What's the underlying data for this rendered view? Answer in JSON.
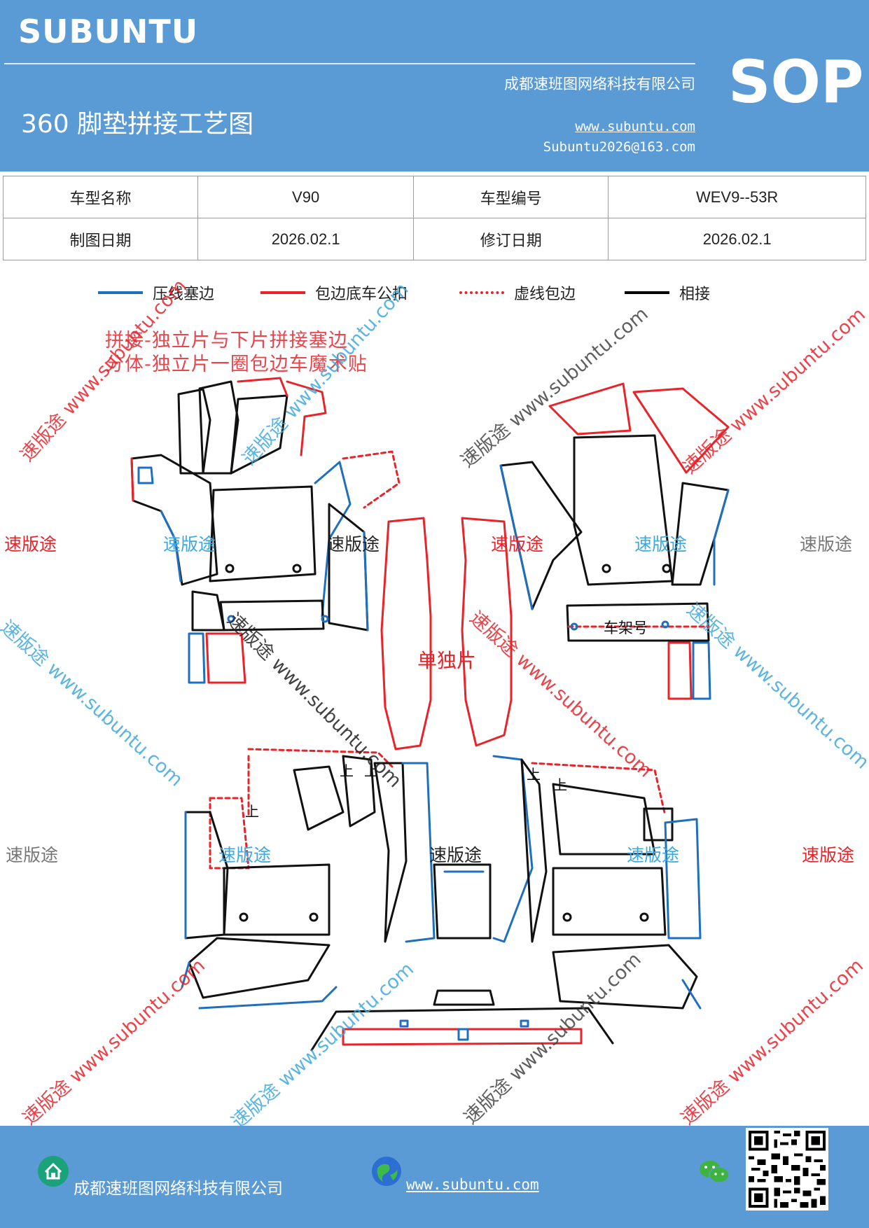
{
  "header": {
    "brand": "SUBUNTU",
    "company": "成都速班图网络科技有限公司",
    "sop_label": "SOP",
    "doc_title": "360 脚垫拼接工艺图",
    "website": "www.subuntu.com",
    "email": "Subuntu2026@163.com"
  },
  "info_table": {
    "rows": [
      [
        {
          "text": "车型名称",
          "kind": "label"
        },
        {
          "text": "V90",
          "kind": "value"
        },
        {
          "text": "车型编号",
          "kind": "label"
        },
        {
          "text": "WEV9--53R",
          "kind": "value"
        }
      ],
      [
        {
          "text": "制图日期",
          "kind": "label"
        },
        {
          "text": "2026.02.1",
          "kind": "value"
        },
        {
          "text": "修订日期",
          "kind": "label"
        },
        {
          "text": "2026.02.1",
          "kind": "value"
        }
      ]
    ]
  },
  "legend": [
    {
      "label": "压线塞边",
      "color": "#1f6fbf",
      "style": "solid"
    },
    {
      "label": "包边底车公扣",
      "color": "#e8232a",
      "style": "solid"
    },
    {
      "label": "虚线包边",
      "color": "#e8232a",
      "style": "dotted"
    },
    {
      "label": "相接",
      "color": "#000000",
      "style": "solid"
    }
  ],
  "notes": [
    "拼接-独立片与下片拼接塞边",
    "分体-独立片一圈包边车魔术贴"
  ],
  "diagram_labels": {
    "single_piece": "单独片",
    "vin": "车架号",
    "up_mark": "上"
  },
  "watermark": {
    "short": "速版途",
    "long": "速版途 www.subuntu.com",
    "colors": {
      "red": "#e8232a",
      "blue": "#3fa8dc",
      "gray": "#777777",
      "dark": "#444444"
    }
  },
  "footer": {
    "company": "成都速班图网络科技有限公司",
    "website": "www.subuntu.com",
    "icons": [
      "home-icon",
      "globe-icon",
      "wechat-icon",
      "qr-code"
    ]
  }
}
